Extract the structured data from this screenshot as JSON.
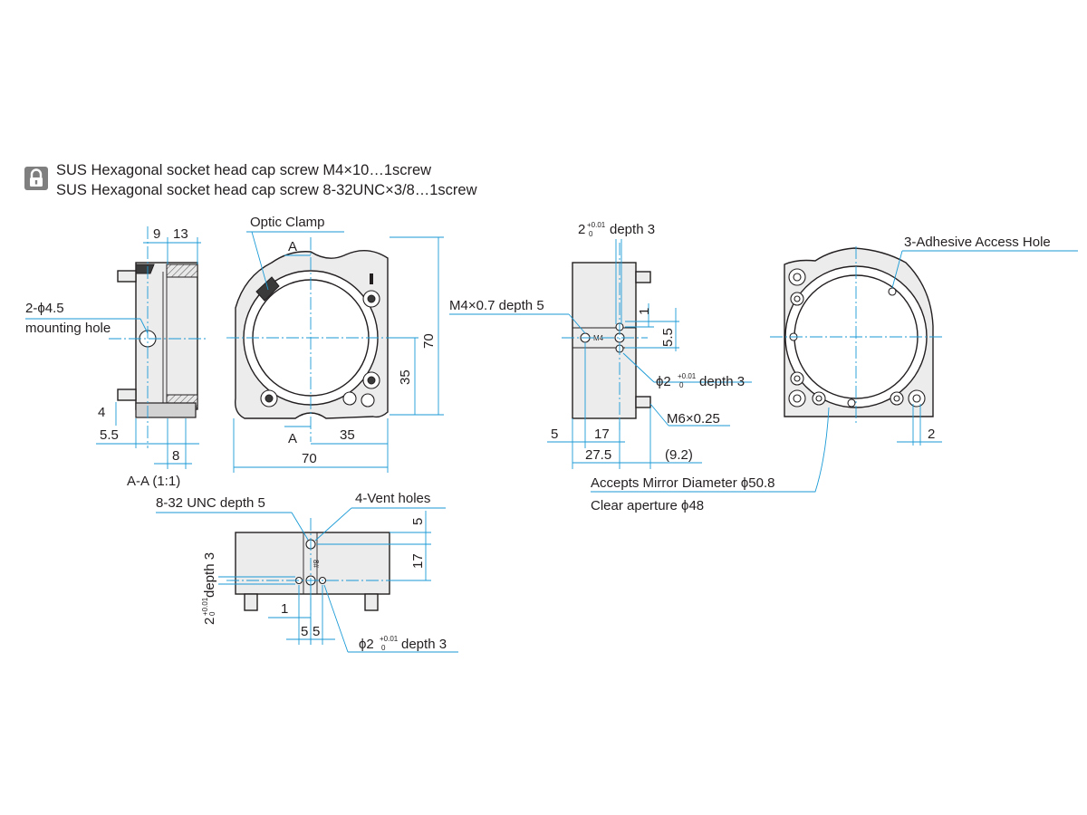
{
  "header": {
    "lock_icon": "lock-icon",
    "line1": "SUS Hexagonal socket head cap screw M4×10…1screw",
    "line2": "SUS Hexagonal socket head cap screw 8-32UNC×3/8…1screw"
  },
  "section_view": {
    "dim_9": "9",
    "dim_13": "13",
    "mount_hole_count": "2-ϕ4.5",
    "mount_hole_text": "mounting hole",
    "dim_4": "4",
    "dim_5_5": "5.5",
    "dim_8": "8",
    "title": "A-A (1:1)"
  },
  "front_view": {
    "optic_clamp": "Optic Clamp",
    "section_a_top": "A",
    "section_a_bottom": "A",
    "dim_70_h": "70",
    "dim_35_h": "35",
    "dim_70_v": "70",
    "dim_35_v": "35"
  },
  "side_view": {
    "pin_hole_top_base": "2",
    "pin_hole_top_tol_upper": "+0.01",
    "pin_hole_top_tol_lower": "0",
    "pin_hole_top_depth": "depth 3",
    "m4_thread": "M4×0.7 depth 5",
    "m4_mark": "M4",
    "dim_1": "1",
    "dim_5_5": "5.5",
    "pin_hole_dia_base": "ϕ2",
    "pin_hole_dia_tol_upper": "+0.01",
    "pin_hole_dia_tol_lower": "0",
    "pin_hole_dia_depth": "depth 3",
    "m6_thread": "M6×0.25",
    "dim_5": "5",
    "dim_17": "17",
    "dim_27_5": "27.5",
    "dim_9_2": "(9.2)"
  },
  "back_view": {
    "adhesive_holes": "3-Adhesive Access Hole",
    "dim_2": "2",
    "mirror_diameter": "Accepts Mirror Diameter ϕ50.8",
    "clear_aperture": "Clear aperture ϕ48"
  },
  "bottom_view": {
    "unc_thread": "8-32 UNC depth 5",
    "vent_holes": "4-Vent holes",
    "unc_mark": "8#",
    "dim_5": "5",
    "dim_17": "17",
    "pin_hole_side_base": "2",
    "pin_hole_side_tol_upper": "+0.01",
    "pin_hole_side_tol_lower": "0",
    "pin_hole_side_depth": "depth 3",
    "dim_1": "1",
    "dim_5a": "5",
    "dim_5b": "5",
    "pin_hole_dia_base": "ϕ2",
    "pin_hole_dia_tol_upper": "+0.01",
    "pin_hole_dia_tol_lower": "0",
    "pin_hole_dia_depth": "depth 3"
  },
  "colors": {
    "dimension_line": "#1a9ad6",
    "outline": "#231f20",
    "part_fill": "#ececec",
    "icon_bg": "#7f7f7f"
  }
}
